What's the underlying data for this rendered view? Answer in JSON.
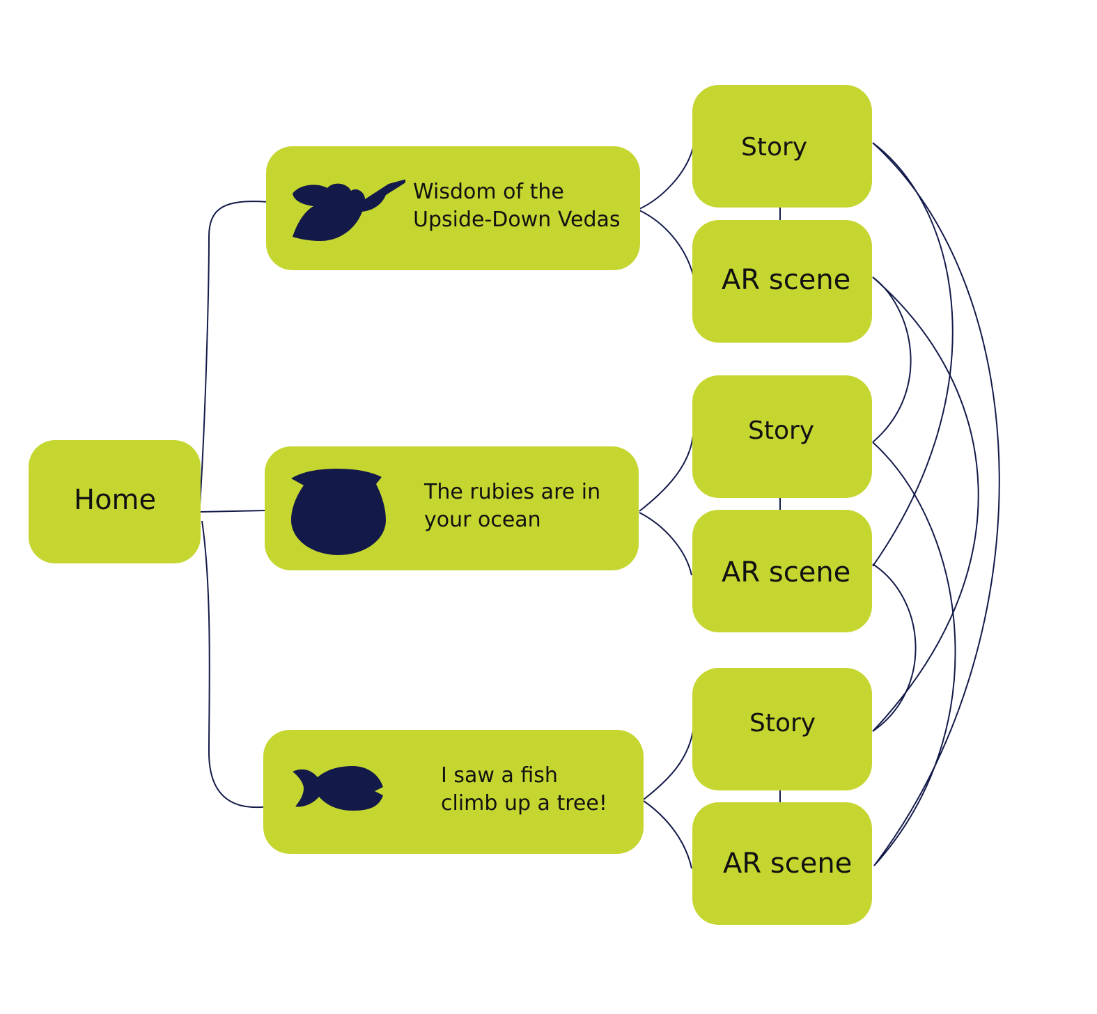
{
  "colors": {
    "node_fill": "#c6d631",
    "icon_and_line": "#131a49",
    "text": "#111111"
  },
  "home": {
    "label": "Home"
  },
  "books": [
    {
      "line1": "Wisdom of the",
      "line2": "Upside-Down Vedas",
      "icon": "hummingbird-icon"
    },
    {
      "line1": "The rubies are in",
      "line2": "your ocean",
      "icon": "pot-icon"
    },
    {
      "line1": "I saw a fish",
      "line2": "climb up a tree!",
      "icon": "fish-icon"
    }
  ],
  "children": [
    {
      "story": "Story",
      "ar": "AR scene"
    },
    {
      "story": "Story",
      "ar": "AR scene"
    },
    {
      "story": "Story",
      "ar": "AR scene"
    }
  ]
}
